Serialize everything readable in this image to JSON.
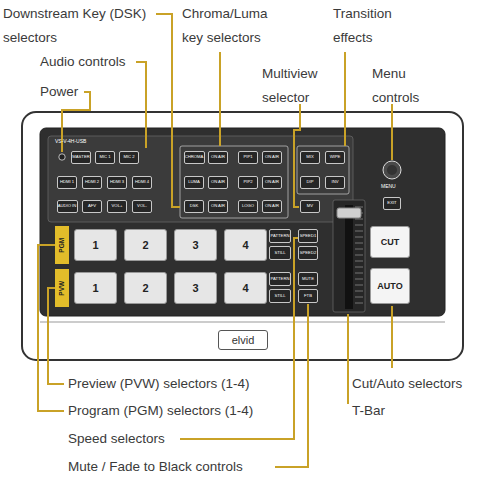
{
  "diagram": {
    "nodes": [
      {
        "text": [
          "MASTER"
        ]
      },
      {
        "text": [
          "MIC 1"
        ]
      },
      {
        "text": [
          "MIC 2"
        ]
      },
      {
        "text": [
          "CHROMA"
        ]
      },
      {
        "text": [
          "ON AIR"
        ]
      },
      {
        "text": [
          "PIP1"
        ]
      },
      {
        "text": [
          "ON AIR"
        ]
      },
      {
        "text": [
          "MIX"
        ]
      },
      {
        "text": [
          "WIPE"
        ]
      },
      {
        "text": [
          "HDMI 1"
        ]
      },
      {
        "text": [
          "HDMI 2"
        ]
      },
      {
        "text": [
          "HDMI 3"
        ]
      },
      {
        "text": [
          "HDMI 4"
        ]
      },
      {
        "text": [
          "LUMA"
        ]
      },
      {
        "text": [
          "ON AIR"
        ]
      },
      {
        "text": [
          "PIP2"
        ]
      },
      {
        "text": [
          "ON AIR"
        ]
      },
      {
        "text": [
          "DIP"
        ]
      },
      {
        "text": [
          "INV"
        ]
      },
      {
        "text": [
          "EXIT"
        ]
      },
      {
        "text": [
          "AUDIO IN"
        ]
      },
      {
        "text": [
          "AFV"
        ]
      },
      {
        "text": [
          "VOL+"
        ]
      },
      {
        "text": [
          "VOL-"
        ]
      },
      {
        "text": [
          "DSK"
        ]
      },
      {
        "text": [
          "ON AIR"
        ]
      },
      {
        "text": [
          "LOGO"
        ]
      },
      {
        "text": [
          "ON AIR"
        ]
      },
      {
        "text": [
          "MV"
        ]
      },
      {
        "text": [
          "PGM"
        ]
      },
      {
        "text": [
          "1"
        ]
      },
      {
        "text": [
          "2"
        ]
      },
      {
        "text": [
          "3"
        ]
      },
      {
        "text": [
          "4"
        ]
      },
      {
        "text": [
          "PATTERN"
        ]
      },
      {
        "text": [
          "STILL"
        ]
      },
      {
        "text": [
          "SPEED1"
        ]
      },
      {
        "text": [
          "SPEED2"
        ]
      },
      {
        "text": [
          "CUT"
        ]
      },
      {
        "text": [
          "PVW"
        ]
      },
      {
        "text": [
          "1"
        ]
      },
      {
        "text": [
          "2"
        ]
      },
      {
        "text": [
          "3"
        ]
      },
      {
        "text": [
          "4"
        ]
      },
      {
        "text": [
          "PATTERN"
        ]
      },
      {
        "text": [
          "STILL"
        ]
      },
      {
        "text": [
          "MUTE"
        ]
      },
      {
        "text": [
          "FTB"
        ]
      },
      {
        "text": [
          "AUTO"
        ]
      },
      {
        "text": [
          "elvid"
        ]
      }
    ],
    "labels": [
      "Downstream Key (DSK) selectors",
      "Chroma/Luma key selectors",
      "Transition effects",
      "Audio controls",
      "Multiview selector",
      "Menu controls",
      "Power",
      "VS-V-4H-USB",
      "MENU",
      "Preview (PVW) selectors (1-4)",
      "Program (PGM) selectors (1-4)",
      "Speed selectors",
      "Mute / Fade to Black controls",
      "Cut/Auto selectors",
      "T-Bar"
    ]
  }
}
